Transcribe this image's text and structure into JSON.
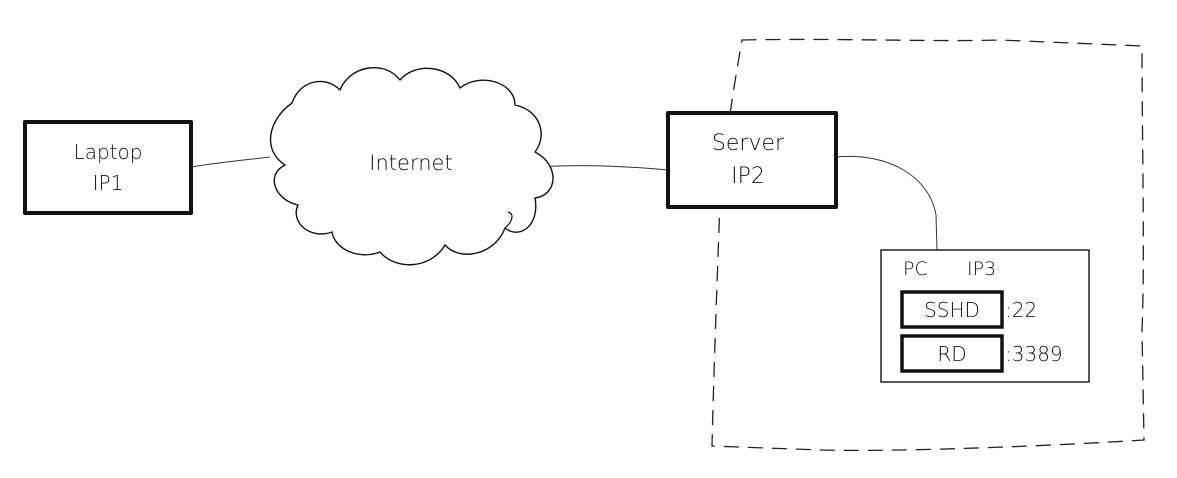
{
  "laptop": {
    "name": "Laptop",
    "ip": "IP1"
  },
  "internet": {
    "label": "Internet"
  },
  "server": {
    "name": "Server",
    "ip": "IP2"
  },
  "pc": {
    "name": "PC",
    "ip": "IP3",
    "services": [
      {
        "name": "SSHD",
        "port": ":22"
      },
      {
        "name": "RD",
        "port": ":3389"
      }
    ]
  },
  "colors": {
    "stroke": "#111111",
    "background": "#ffffff"
  }
}
